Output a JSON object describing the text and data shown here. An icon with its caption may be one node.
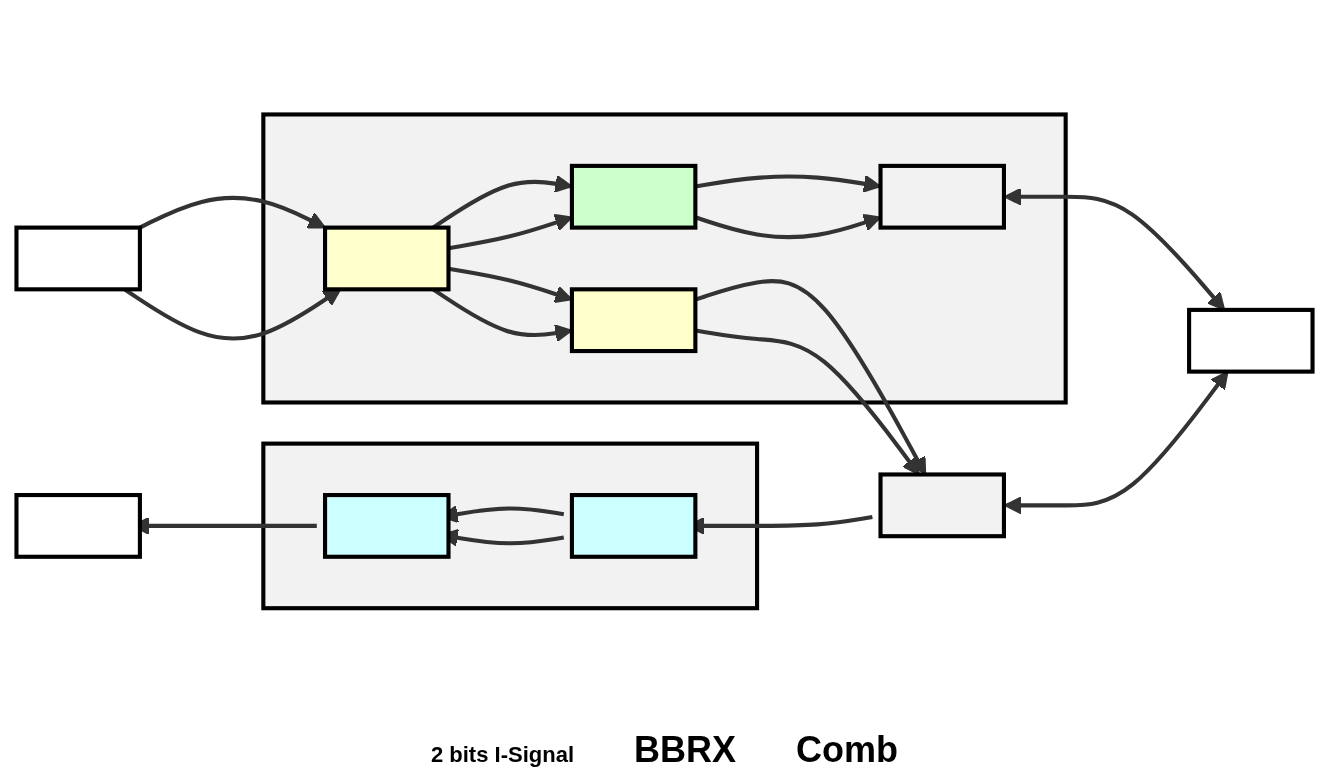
{
  "diagram": {
    "nodes": [
      {
        "text": [],
        "shape": "box"
      },
      {
        "text": [],
        "shape": "box"
      },
      {
        "text": [],
        "shape": "box",
        "in": 1
      },
      {
        "text": [],
        "shape": "box",
        "in": 1
      },
      {
        "text": [],
        "shape": "box",
        "in": 1
      },
      {
        "text": [],
        "shape": "box",
        "in": 1
      },
      {
        "text": [],
        "shape": "box"
      },
      {
        "text": [],
        "shape": "box"
      },
      {
        "text": [],
        "shape": "box"
      },
      {
        "text": [],
        "shape": "box",
        "in": 8
      },
      {
        "text": [],
        "shape": "box",
        "in": 8
      },
      {
        "text": [],
        "shape": "box"
      }
    ],
    "edges": [
      {
        "from": 0,
        "to": 2,
        "arrow": "to"
      },
      {
        "from": 0,
        "to": 2,
        "arrow": "to"
      },
      {
        "from": 2,
        "to": 3,
        "arrow": "to"
      },
      {
        "from": 2,
        "to": 3,
        "arrow": "to"
      },
      {
        "from": 2,
        "to": 4,
        "arrow": "to"
      },
      {
        "from": 2,
        "to": 4,
        "arrow": "to"
      },
      {
        "from": 3,
        "to": 5,
        "arrow": "to"
      },
      {
        "from": 3,
        "to": 5,
        "arrow": "to"
      },
      {
        "from": 4,
        "to": 6,
        "arrow": "to"
      },
      {
        "from": 4,
        "to": 6,
        "arrow": "to"
      },
      {
        "from": 5,
        "to": 7,
        "arrow": "both"
      },
      {
        "from": 6,
        "to": 7,
        "arrow": "both"
      },
      {
        "from": 6,
        "to": 10,
        "arrow": "to"
      },
      {
        "from": 10,
        "to": 9,
        "arrow": "to"
      },
      {
        "from": 10,
        "to": 9,
        "arrow": "to"
      },
      {
        "from": 9,
        "to": 11,
        "arrow": "to"
      }
    ],
    "labels": [
      "2 bits I-Signal",
      "BBRX",
      "Comb"
    ]
  }
}
